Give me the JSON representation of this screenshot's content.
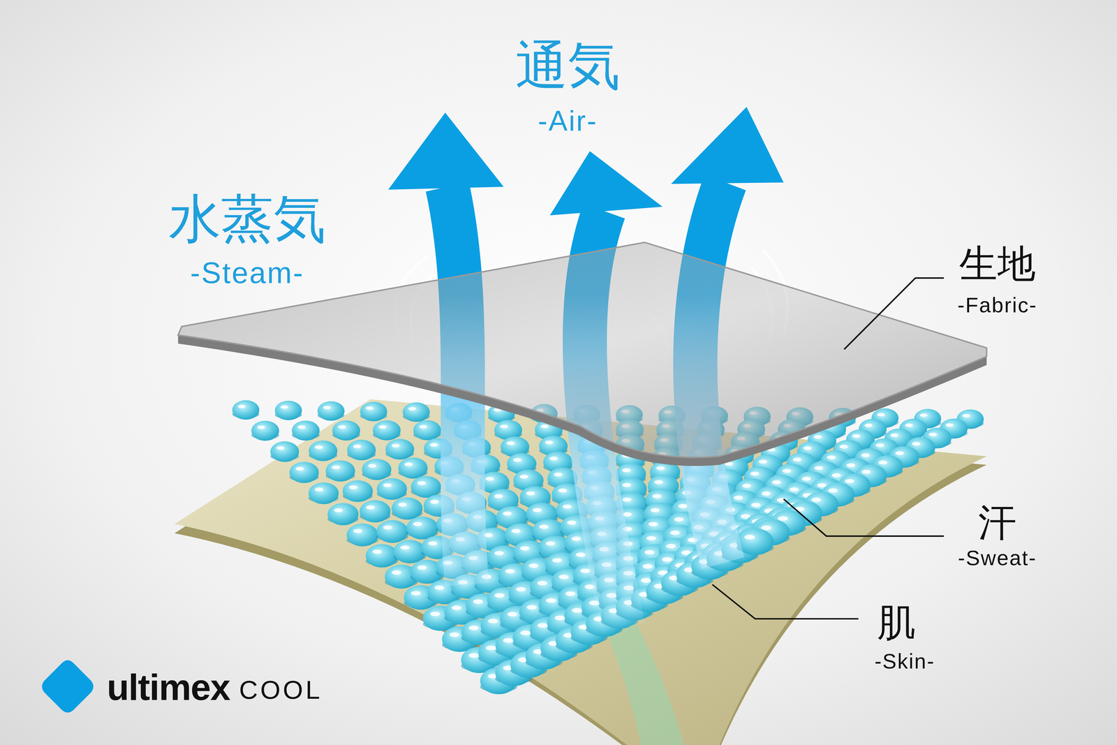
{
  "diagram": {
    "labels": [
      "通気",
      "-Air-",
      "水蒸気",
      "-Steam-",
      "生地",
      "-Fabric-",
      "汗",
      "-Sweat-",
      "肌",
      "-Skin-",
      "ultimex",
      "COOL"
    ]
  }
}
